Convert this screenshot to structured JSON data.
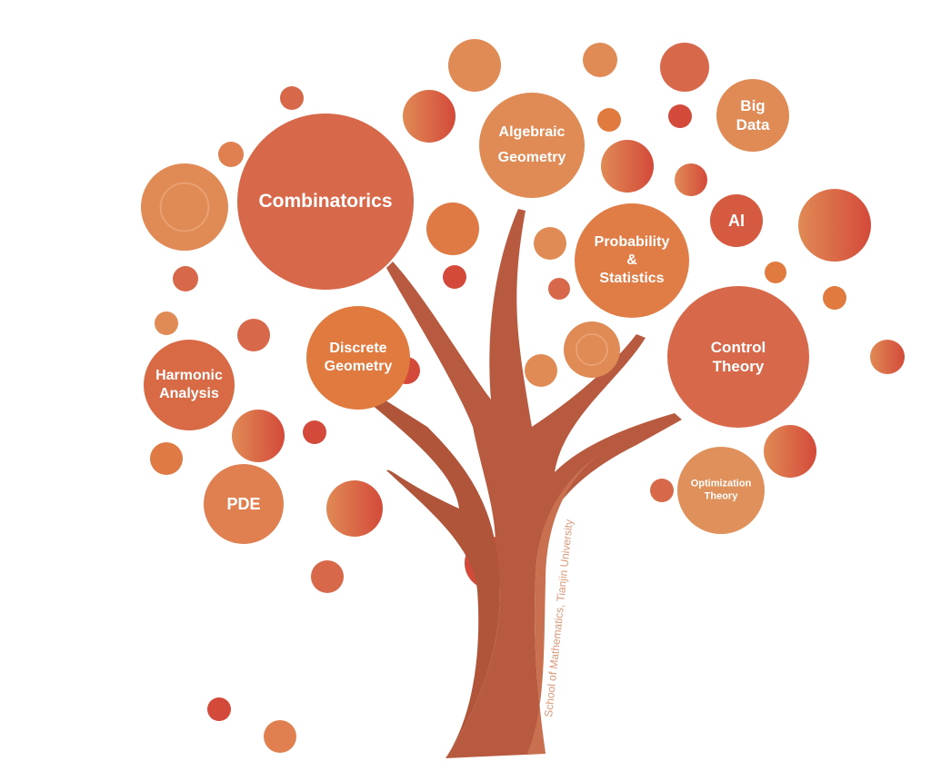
{
  "topics": [
    {
      "id": "combinatorics",
      "label": "Combinatorics"
    },
    {
      "id": "algebraic-geometry",
      "label": "Algebraic Geometry",
      "lines": [
        "Algebraic",
        "Geometry"
      ]
    },
    {
      "id": "big-data",
      "label": "Big Data",
      "lines": [
        "Big",
        "Data"
      ]
    },
    {
      "id": "probability-statistics",
      "label": "Probability & Statistics",
      "lines": [
        "Probability",
        "&",
        "Statistics"
      ]
    },
    {
      "id": "ai",
      "label": "AI"
    },
    {
      "id": "control-theory",
      "label": "Control Theory",
      "lines": [
        "Control",
        "Theory"
      ]
    },
    {
      "id": "optimization-theory",
      "label": "Optimization Theory",
      "lines": [
        "Optimization",
        "Theory"
      ]
    },
    {
      "id": "discrete-geometry",
      "label": "Discrete Geometry",
      "lines": [
        "Discrete",
        "Geometry"
      ]
    },
    {
      "id": "harmonic-analysis",
      "label": "Harmonic Analysis",
      "lines": [
        "Harmonic",
        "Analysis"
      ]
    },
    {
      "id": "pde",
      "label": "PDE"
    }
  ],
  "trunk_text": "School of Mathematics, Tianjin University",
  "colors": {
    "trunk": "#b0543a",
    "trunk_light": "#c0684a",
    "bubble_light": "#e08a55",
    "bubble_mid": "#d8684a",
    "bubble_red": "#d44a3a"
  }
}
